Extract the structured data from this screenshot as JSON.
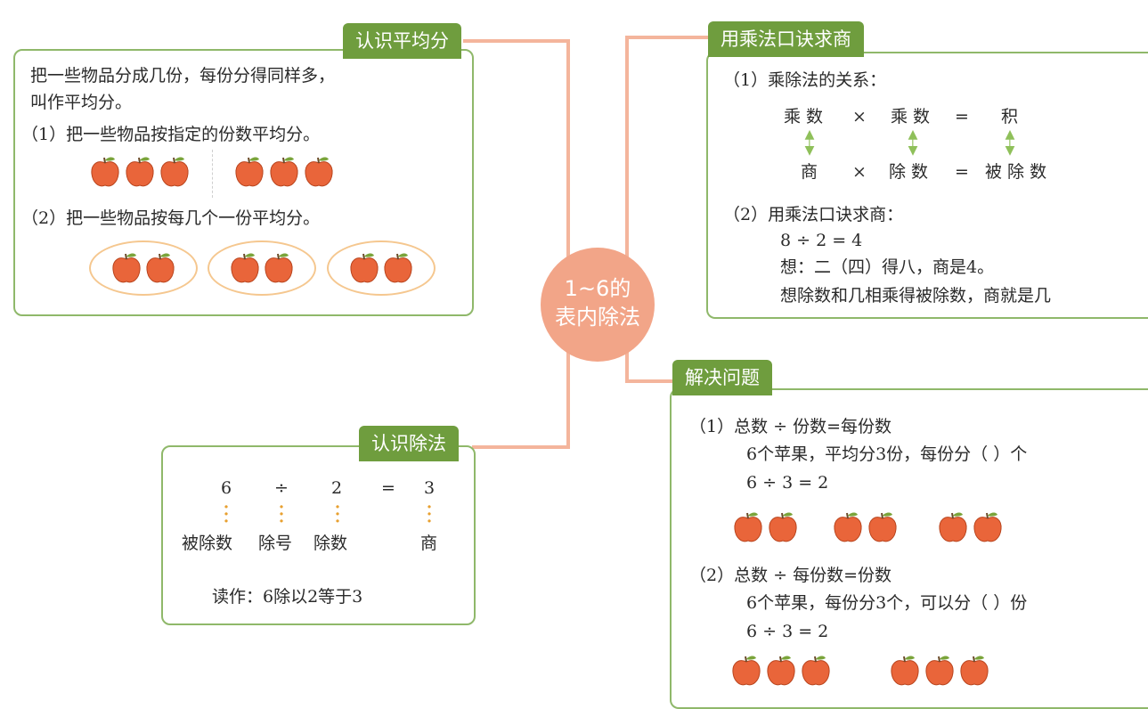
{
  "center": {
    "line1": "1~6的",
    "line2": "表内除法"
  },
  "recognize_avg": {
    "title": "认识平均分",
    "definition_line1": "把一些物品分成几份，每份分得同样多，",
    "definition_line2": "叫作平均分。",
    "item1": "（1）把一些物品按指定的份数平均分。",
    "item2": "（2）把一些物品按每几个一份平均分。"
  },
  "multiplication_quotient": {
    "title": "用乘法口诀求商",
    "item1": "（1）乘除法的关系：",
    "row1": {
      "a": "乘 数",
      "op": "×",
      "b": "乘 数",
      "eq": "=",
      "c": "积"
    },
    "row2": {
      "a": "商",
      "op": "×",
      "b": "除 数",
      "eq": "=",
      "c": "被 除 数"
    },
    "item2": "（2）用乘法口诀求商：",
    "example": "8 ÷ 2 = 4",
    "think": "想：二（四）得八，商是4。",
    "rule": "想除数和几相乘得被除数，商就是几"
  },
  "recognize_division": {
    "title": "认识除法",
    "eq": {
      "n1": "6",
      "op": "÷",
      "n2": "2",
      "eq": "=",
      "n3": "3"
    },
    "names": {
      "dividend": "被除数",
      "sign": "除号",
      "divisor": "除数",
      "quotient": "商"
    },
    "read": "读作：6除以2等于3"
  },
  "solve_problems": {
    "title": "解决问题",
    "item1": "（1）总数 ÷ 份数=每份数",
    "item1_q": "6个苹果，平均分3份，每份分（      ）个",
    "item1_eq": "6 ÷ 3 = 2",
    "item2": "（2）总数 ÷ 每份数=份数",
    "item2_q": "6个苹果，每份分3个，可以分（      ）份",
    "item2_eq": "6 ÷ 3 = 2"
  },
  "colors": {
    "connector": "#f4b59c",
    "tag": "#6f9d3e",
    "border": "#8fb86a",
    "center": "#f2a588",
    "apple": "#e9653a",
    "oval": "#f5c78f"
  }
}
